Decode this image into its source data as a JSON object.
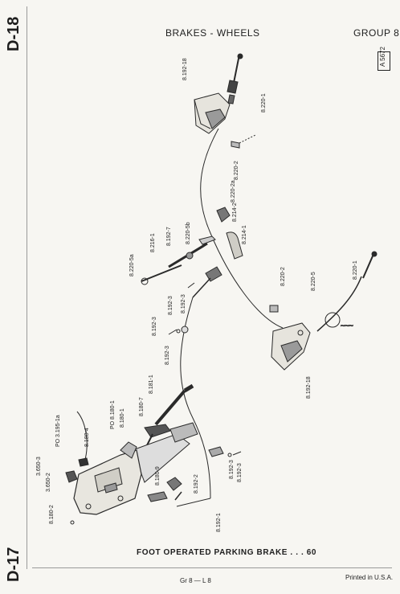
{
  "page": {
    "side_code_top": "D-18",
    "side_code_bottom": "D-17",
    "title": "BRAKES - WHEELS",
    "group": "GROUP 8",
    "ref_code": "A 5672",
    "caption": "FOOT OPERATED PARKING BRAKE . . . 60",
    "footer_left": "Gr 8 — L 8",
    "footer_right": "Printed in U.S.A."
  },
  "part_labels": [
    "8.192-18",
    "8.220-1",
    "8.220-2",
    "8.220-2a",
    "8.214-2",
    "8.214-1",
    "8.220-5b",
    "8.192-7",
    "8.216-1",
    "8.220-5a",
    "8.220-2",
    "8.220-5",
    "8.220-1",
    "8.192-18",
    "8.192-3",
    "8.192-3",
    "8.192-3",
    "8.192-3",
    "8.181-1",
    "8.180-7",
    "8.180-1",
    "PO 8.180-1",
    "PO 3.195-1a",
    "8.180-4",
    "3.650-3",
    "3.650-2",
    "8.180-2",
    "8.180-9",
    "8.192-2",
    "8.192-3",
    "8.192-3",
    "8.192-1"
  ]
}
